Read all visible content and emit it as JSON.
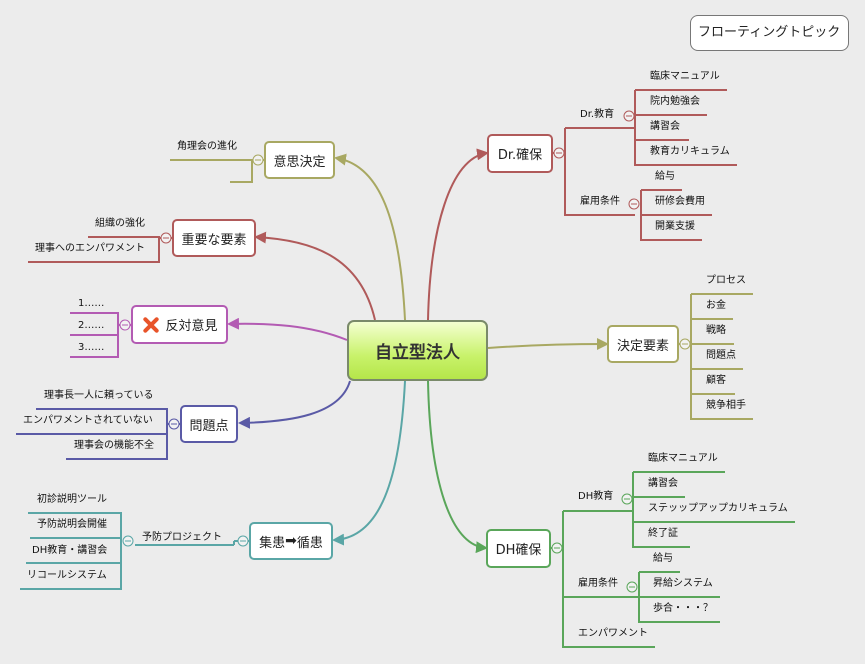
{
  "floating_topic": "フローティングトピック",
  "central": "自立型法人",
  "topics": {
    "ishi": {
      "label": "意思決定",
      "children": [
        "角理会の進化"
      ]
    },
    "juyou": {
      "label": "重要な要素",
      "children": [
        "組織の強化",
        "理事へのエンパワメント"
      ]
    },
    "hantai": {
      "label": "反対意見",
      "icon": "cross-icon",
      "children": [
        "1……",
        "2……",
        "3……"
      ]
    },
    "mondai": {
      "label": "問題点",
      "children": [
        "理事長一人に頼っている",
        "エンパワメントされていない",
        "理事会の機能不全"
      ]
    },
    "shuukan": {
      "label_a": "集患",
      "label_b": "循患",
      "children": [
        {
          "label": "予防プロジェクト",
          "children": [
            "初診説明ツール",
            "予防説明会開催",
            "DH教育・講習会",
            "リコールシステム"
          ]
        }
      ]
    },
    "dr": {
      "label": "Dr.確保",
      "children": [
        {
          "label": "Dr.教育",
          "children": [
            "臨床マニュアル",
            "院内勉強会",
            "講習会",
            "教育カリキュラム"
          ]
        },
        {
          "label": "雇用条件",
          "children": [
            "給与",
            "研修会費用",
            "開業支援"
          ]
        }
      ]
    },
    "kettei": {
      "label": "決定要素",
      "children": [
        "プロセス",
        "お金",
        "戦略",
        "問題点",
        "顧客",
        "競争相手"
      ]
    },
    "dh": {
      "label": "DH確保",
      "children": [
        {
          "label": "DH教育",
          "children": [
            "臨床マニュアル",
            "講習会",
            "ステッップアップカリキュラム",
            "終了証"
          ]
        },
        {
          "label": "雇用条件",
          "children": [
            "給与",
            "昇給システム",
            "歩合・・・？"
          ]
        },
        {
          "label": "エンパワメント"
        }
      ]
    }
  },
  "colors": {
    "ishi": "#a8a862",
    "juyou": "#b05a5a",
    "hantai": "#b35bb3",
    "mondai": "#5a5aa6",
    "shuukan": "#5aa6a6",
    "dr": "#b05a5a",
    "kettei": "#a8a862",
    "dh": "#5aa65a"
  }
}
